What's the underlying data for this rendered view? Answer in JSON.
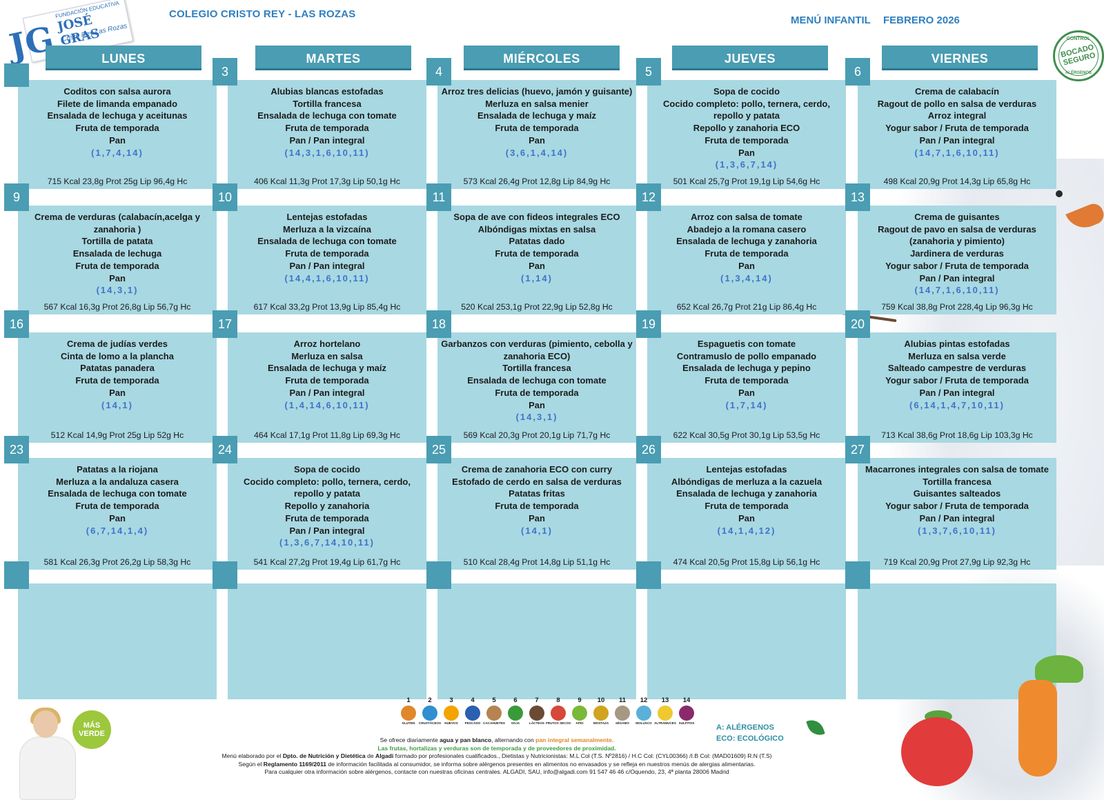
{
  "header": {
    "school": "COLEGIO CRISTO REY  - LAS ROZAS",
    "menu_label": "MENÚ INFANTIL",
    "month": "FEBRERO 2026"
  },
  "logo": {
    "letters": "JG",
    "line1": "FUNDACIÓN EDUCATIVA",
    "line2": "JOSÉ GRAS",
    "line3": "Cristo Rey Las Rozas"
  },
  "seal": {
    "top": "CONTROL",
    "middle": "BOCADO SEGURO",
    "bottom": "ALÉRGENOS"
  },
  "days": [
    "LUNES",
    "MARTES",
    "MIÉRCOLES",
    "JUEVES",
    "VIERNES"
  ],
  "weeks": [
    [
      {
        "num": "",
        "dishes": [
          "Coditos con salsa aurora",
          "Filete de limanda empanado",
          "Ensalada de lechuga y aceitunas",
          "Fruta de temporada",
          "Pan"
        ],
        "allergens": "(1,7,4,14)",
        "nutrition": "715 Kcal 23,8g Prot 25g Lip 96,4g Hc"
      },
      {
        "num": "3",
        "dishes": [
          "Alubias blancas estofadas",
          "Tortilla francesa",
          "Ensalada de lechuga con tomate",
          "Fruta de temporada",
          "Pan / Pan integral"
        ],
        "allergens": "(14,3,1,6,10,11)",
        "nutrition": "406 Kcal 11,3g Prot 17,3g Lip 50,1g Hc"
      },
      {
        "num": "4",
        "dishes": [
          "Arroz tres delicias (huevo, jamón y guisante)",
          "Merluza en salsa menier",
          "Ensalada de lechuga y maíz",
          "Fruta de temporada",
          "Pan"
        ],
        "allergens": "(3,6,1,4,14)",
        "nutrition": "573 Kcal 26,4g Prot 12,8g Lip 84,9g Hc"
      },
      {
        "num": "5",
        "dishes": [
          "Sopa de cocido",
          "Cocido completo: pollo, ternera, cerdo, repollo y patata",
          "Repollo y zanahoria ECO",
          "Fruta de temporada",
          "Pan"
        ],
        "allergens": "(1,3,6,7,14)",
        "nutrition": "501 Kcal 25,7g Prot 19,1g Lip 54,6g Hc"
      },
      {
        "num": "6",
        "dishes": [
          "Crema de calabacín",
          "Ragout de pollo en salsa de verduras",
          "Arroz integral",
          "Yogur sabor / Fruta de temporada",
          "Pan / Pan integral"
        ],
        "allergens": "(14,7,1,6,10,11)",
        "nutrition": "498 Kcal 20,9g Prot 14,3g Lip 65,8g Hc"
      }
    ],
    [
      {
        "num": "9",
        "dishes": [
          "Crema de verduras (calabacín,acelga y zanahoria )",
          "Tortilla de patata",
          "Ensalada de lechuga",
          "Fruta de temporada",
          "Pan"
        ],
        "allergens": "(14,3,1)",
        "nutrition": "567 Kcal 16,3g Prot 26,8g Lip 56,7g Hc"
      },
      {
        "num": "10",
        "dishes": [
          "Lentejas estofadas",
          "Merluza a la vizcaína",
          "Ensalada de lechuga con tomate",
          "Fruta de temporada",
          "Pan / Pan integral"
        ],
        "allergens": "(14,4,1,6,10,11)",
        "nutrition": "617 Kcal 33,2g Prot 13,9g Lip 85,4g Hc"
      },
      {
        "num": "11",
        "dishes": [
          "Sopa de ave con fideos integrales ECO",
          "Albóndigas mixtas en salsa",
          "Patatas dado",
          "Fruta de temporada",
          "Pan"
        ],
        "allergens": "(1,14)",
        "nutrition": "520 Kcal 253,1g Prot 22,9g Lip 52,8g Hc"
      },
      {
        "num": "12",
        "dishes": [
          "Arroz con salsa de tomate",
          "Abadejo a la romana casero",
          "Ensalada de lechuga y zanahoria",
          "Fruta de temporada",
          "Pan"
        ],
        "allergens": "(1,3,4,14)",
        "nutrition": "652 Kcal 26,7g Prot 21g Lip 86,4g Hc"
      },
      {
        "num": "13",
        "dishes": [
          "Crema de guisantes",
          "Ragout de pavo en salsa de verduras (zanahoria y pimiento)",
          "Jardinera de verduras",
          "Yogur sabor / Fruta de temporada",
          "Pan / Pan integral"
        ],
        "allergens": "(14,7,1,6,10,11)",
        "nutrition": "759 Kcal 38,8g Prot 228,4g Lip 96,3g Hc"
      }
    ],
    [
      {
        "num": "16",
        "dishes": [
          "Crema de judías verdes",
          "Cinta de lomo a la plancha",
          "Patatas panadera",
          "Fruta de temporada",
          "Pan"
        ],
        "allergens": "(14,1)",
        "nutrition": "512 Kcal 14,9g Prot 25g Lip 52g Hc"
      },
      {
        "num": "17",
        "dishes": [
          "Arroz hortelano",
          "Merluza en salsa",
          "Ensalada de lechuga y maíz",
          "Fruta de temporada",
          "Pan / Pan integral"
        ],
        "allergens": "(1,4,14,6,10,11)",
        "nutrition": "464 Kcal 17,1g Prot 11,8g Lip 69,3g Hc"
      },
      {
        "num": "18",
        "dishes": [
          "Garbanzos con verduras (pimiento, cebolla y zanahoria ECO)",
          "Tortilla francesa",
          "Ensalada de lechuga con tomate",
          "Fruta de temporada",
          "Pan"
        ],
        "allergens": "(14,3,1)",
        "nutrition": "569 Kcal 20,3g Prot 20,1g Lip 71,7g Hc"
      },
      {
        "num": "19",
        "dishes": [
          "Espaguetis con tomate",
          "Contramuslo de pollo empanado",
          "Ensalada de lechuga y pepino",
          "Fruta de temporada",
          "Pan"
        ],
        "allergens": "(1,7,14)",
        "nutrition": "622 Kcal 30,5g Prot 30,1g Lip 53,5g Hc"
      },
      {
        "num": "20",
        "dishes": [
          "Alubias pintas estofadas",
          "Merluza en salsa verde",
          "Salteado campestre de verduras",
          "Yogur sabor / Fruta de temporada",
          "Pan / Pan integral"
        ],
        "allergens": "(6,14,1,4,7,10,11)",
        "nutrition": "713 Kcal 38,6g Prot 18,6g Lip 103,3g Hc"
      }
    ],
    [
      {
        "num": "23",
        "dishes": [
          "Patatas a la riojana",
          "Merluza a la andaluza casera",
          "Ensalada de lechuga con tomate",
          "Fruta de temporada",
          "Pan"
        ],
        "allergens": "(6,7,14,1,4)",
        "nutrition": "581 Kcal 26,3g Prot 26,2g Lip 58,3g Hc"
      },
      {
        "num": "24",
        "dishes": [
          "Sopa de cocido",
          "Cocido completo: pollo, ternera, cerdo, repollo y patata",
          "Repollo y zanahoria",
          "Fruta de temporada",
          "Pan / Pan integral"
        ],
        "allergens": "(1,3,6,7,14,10,11)",
        "nutrition": "541 Kcal 27,2g Prot 19,4g Lip 61,7g Hc"
      },
      {
        "num": "25",
        "dishes": [
          "Crema de zanahoria ECO con curry",
          "Estofado de cerdo en salsa de verduras",
          "Patatas fritas",
          "Fruta de temporada",
          "Pan"
        ],
        "allergens": "(14,1)",
        "nutrition": "510 Kcal 28,4g Prot 14,8g Lip 51,1g Hc"
      },
      {
        "num": "26",
        "dishes": [
          "Lentejas estofadas",
          "Albóndigas de merluza a la cazuela",
          "Ensalada de lechuga y zanahoria",
          "Fruta de temporada",
          "Pan"
        ],
        "allergens": "(14,1,4,12)",
        "nutrition": "474 Kcal 20,5g Prot 15,8g Lip 56,1g Hc"
      },
      {
        "num": "27",
        "dishes": [
          "Macarrones integrales con salsa de tomate",
          "Tortilla francesa",
          "Guisantes salteados",
          "Yogur sabor / Fruta de temporada",
          "Pan / Pan integral"
        ],
        "allergens": "(1,3,7,6,10,11)",
        "nutrition": "719 Kcal 20,9g Prot 27,9g Lip 92,3g Hc"
      }
    ],
    [
      {
        "num": "",
        "dishes": [],
        "allergens": "",
        "nutrition": ""
      },
      {
        "num": "",
        "dishes": [],
        "allergens": "",
        "nutrition": ""
      },
      {
        "num": "",
        "dishes": [],
        "allergens": "",
        "nutrition": ""
      },
      {
        "num": "",
        "dishes": [],
        "allergens": "",
        "nutrition": ""
      },
      {
        "num": "",
        "dishes": [],
        "allergens": "",
        "nutrition": ""
      }
    ]
  ],
  "allergen_legend": [
    {
      "num": "1",
      "label": "GLUTEN",
      "color": "#e0872a"
    },
    {
      "num": "2",
      "label": "CRUSTÁCEOS",
      "color": "#2f8fd0"
    },
    {
      "num": "3",
      "label": "HUEVOS",
      "color": "#f2a400"
    },
    {
      "num": "4",
      "label": "PESCADO",
      "color": "#2b5fb0"
    },
    {
      "num": "5",
      "label": "CACAHUETES",
      "color": "#b58450"
    },
    {
      "num": "6",
      "label": "SOJA",
      "color": "#3a9a3a"
    },
    {
      "num": "7",
      "label": "LÁCTEOS",
      "color": "#6b4a35"
    },
    {
      "num": "8",
      "label": "FRUTOS SECOS",
      "color": "#d6483a"
    },
    {
      "num": "9",
      "label": "APIO",
      "color": "#7ab83a"
    },
    {
      "num": "10",
      "label": "MOSTAZA",
      "color": "#d0a320"
    },
    {
      "num": "11",
      "label": "SÉSAMO",
      "color": "#a79884"
    },
    {
      "num": "12",
      "label": "MOLUSCO",
      "color": "#5ab0d8"
    },
    {
      "num": "13",
      "label": "ALTRAMUCES",
      "color": "#f0c830"
    },
    {
      "num": "14",
      "label": "SULFITOS",
      "color": "#8a2a6a"
    }
  ],
  "legend_text": {
    "a": "A: ALÉRGENOS",
    "eco": "ECO: ECOLÓGICO"
  },
  "mas_verde": "MÁS VERDE",
  "footer": {
    "l1_a": "Se ofrece diariamente ",
    "l1_b": "agua y pan blanco",
    "l1_c": ", alternando con ",
    "l1_d": "pan integral semanalmente.",
    "l2": "Las frutas, hortalizas y verduras son de temporada y de proveedores de proximidad.",
    "l3_a": "Menú elaborado por el ",
    "l3_b": "Dpto. de Nutrición y Dietética",
    "l3_c": " de ",
    "l3_d": "Algadi",
    "l3_e": " formado por profesionales cualificados., Dietistas y Nutricionistas: M.L Col (T.S. Nº2816) / H.C Col: (CYL00366) /I.B Col: (MAD01609) R.N (T.S)",
    "l4_a": "Según el ",
    "l4_b": "Reglamento 1169/2011",
    "l4_c": " de información facilitada al consumidor, se informa sobre alérgenos presentes en alimentos no envasados y se refleja en nuestros menús de alergias alimentarias.",
    "l5": "Para cualquier otra información sobre alérgenos, contacte con nuestras oficinas centrales. ALGADI, SAU,  info@algadi.com  91 547 46 46 c/Oquendo, 23, 4ª planta 28006 Madrid"
  }
}
